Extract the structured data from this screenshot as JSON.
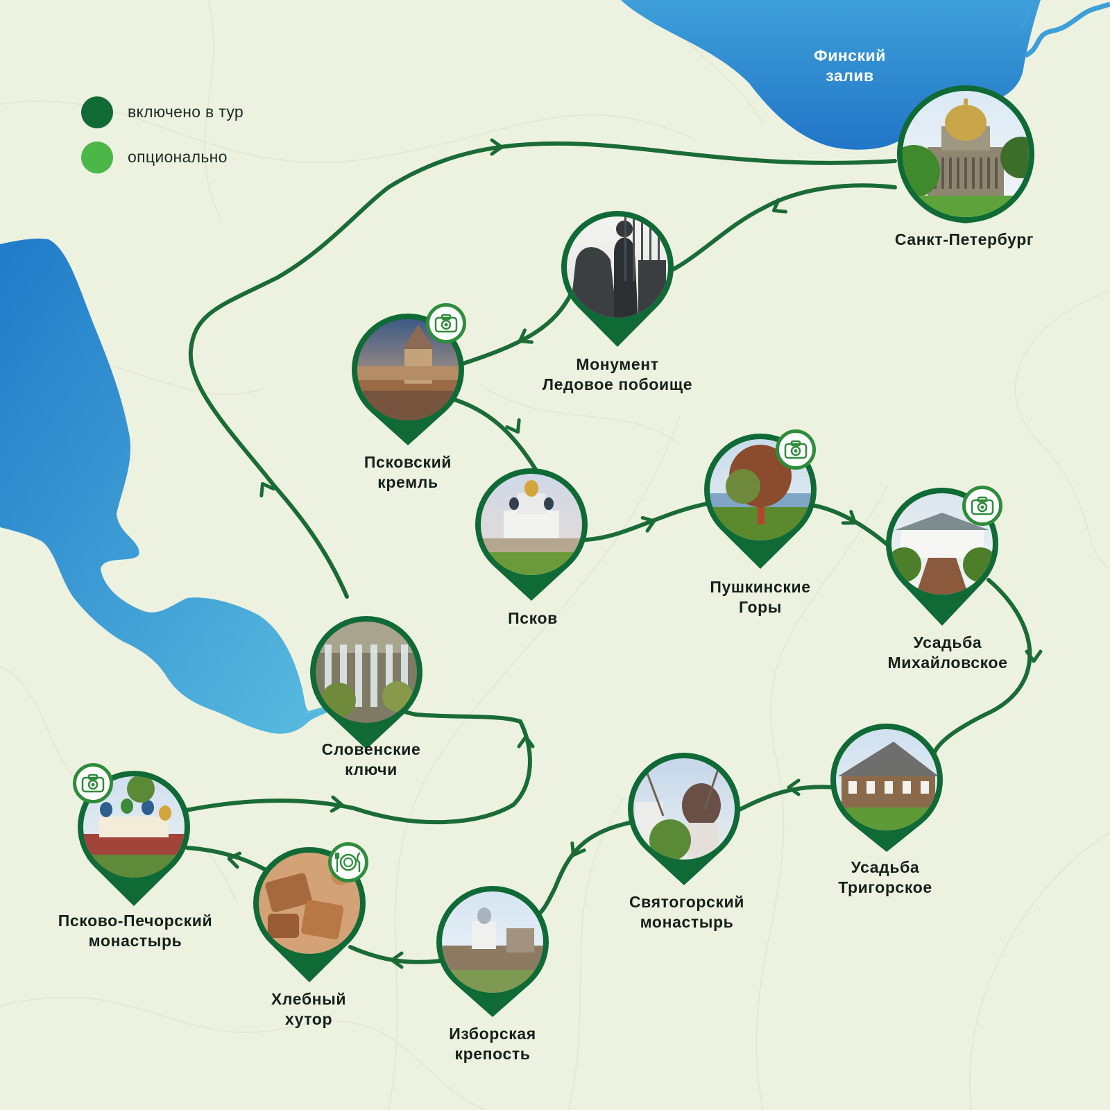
{
  "legend": {
    "included_label": "включено в тур",
    "optional_label": "опционально",
    "included_color": "#0f6a36",
    "optional_color": "#4bb749"
  },
  "water": {
    "gulf_label": "Финский\nзалив",
    "color": "#3c9ed8"
  },
  "route_color": "#1a6b36",
  "places": [
    {
      "id": "spb",
      "label": "Санкт-Петербург",
      "status": "included",
      "photo": "saint-isaac-cathedral"
    },
    {
      "id": "monument",
      "label": "Монумент\nЛедовое побоище",
      "status": "included",
      "photo": "ice-battle-monument"
    },
    {
      "id": "kremlin",
      "label": "Псковский\nкремль",
      "status": "included",
      "photo": "pskov-kremlin-tower",
      "badge": "camera"
    },
    {
      "id": "pskov",
      "label": "Псков",
      "status": "included",
      "photo": "trinity-cathedral"
    },
    {
      "id": "pushkin",
      "label": "Пушкинские\nГоры",
      "status": "included",
      "photo": "tree-by-river",
      "badge": "camera"
    },
    {
      "id": "mikh",
      "label": "Усадьба\nМихайловское",
      "status": "included",
      "photo": "mikhailovskoye-manor",
      "badge": "camera"
    },
    {
      "id": "trig",
      "label": "Усадьба\nТригорское",
      "status": "included",
      "photo": "trigorskoye-house"
    },
    {
      "id": "svyat",
      "label": "Святогорский\nмонастырь",
      "status": "included",
      "photo": "monastery-dome"
    },
    {
      "id": "izborsk",
      "label": "Изборская\nкрепость",
      "status": "included",
      "photo": "izborsk-fortress"
    },
    {
      "id": "bread",
      "label": "Хлебный\nхутор",
      "status": "included",
      "photo": "bread-loaves",
      "badge": "food"
    },
    {
      "id": "pechory",
      "label": "Псково-Печорский\nмонастырь",
      "status": "included",
      "photo": "pechory-monastery",
      "badge": "camera"
    },
    {
      "id": "sloven",
      "label": "Словенские\nключи",
      "status": "included",
      "photo": "springs-waterfall"
    }
  ]
}
